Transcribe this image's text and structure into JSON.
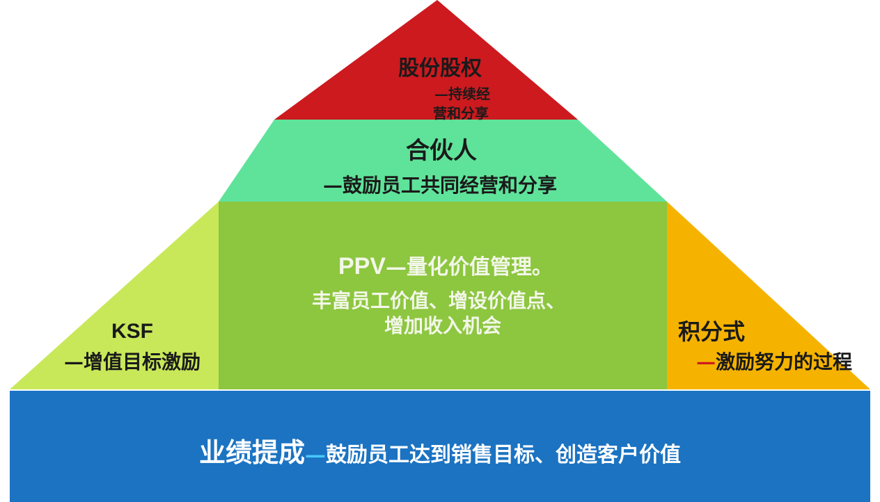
{
  "colors": {
    "top": "#cc1a1f",
    "second": "#5fe39a",
    "left": "#c8e85a",
    "center": "#8dc63f",
    "right": "#f5b300",
    "base": "#1b73c2",
    "dark_text": "#1a1a1a",
    "light_text": "#f2f7e8",
    "base_text": "#ffffff",
    "accent_dash_right": "#cc1a1f",
    "accent_dash_base": "#48c8ff"
  },
  "levels": {
    "top": {
      "title": "股份股权",
      "sub_line1": "—持续经",
      "sub_line2": "营和分享"
    },
    "partner": {
      "title": "合伙人",
      "subtitle": "—鼓励员工共同经营和分享"
    },
    "ksf": {
      "title": "KSF",
      "subtitle": "—增值目标激励"
    },
    "ppv": {
      "title": "PPV",
      "title_suffix": "—量化价值管理。",
      "line2": "丰富员工价值、增设价值点、",
      "line3": "增加收入机会"
    },
    "points": {
      "title": "积分式",
      "dash": "—",
      "subtitle": "激励努力的过程"
    },
    "base": {
      "title": "业绩提成",
      "dash": "—",
      "subtitle": "鼓励员工达到销售目标、创造客户价值"
    }
  }
}
